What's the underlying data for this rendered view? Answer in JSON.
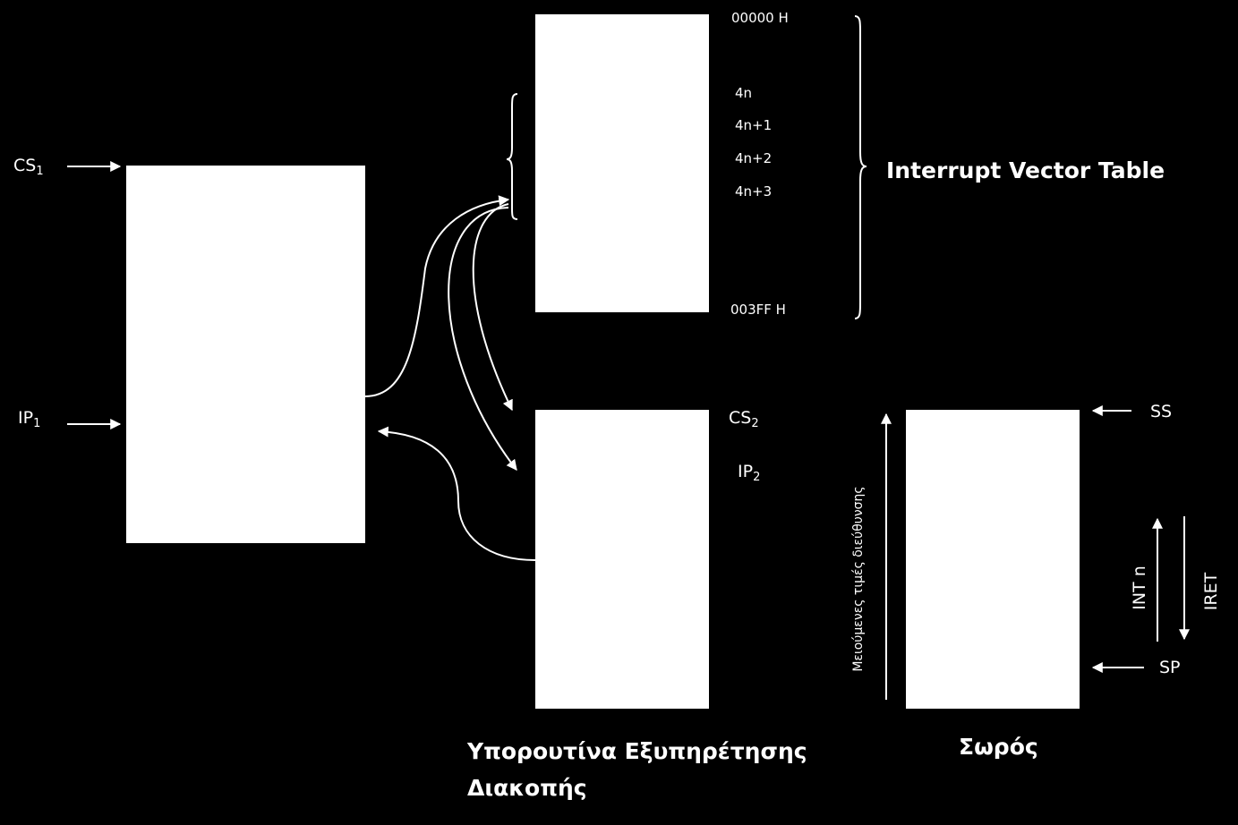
{
  "labels": {
    "cs1_base": "CS",
    "cs1_sub": "1",
    "ip1_base": "IP",
    "ip1_sub": "1",
    "cs2_base": "CS",
    "cs2_sub": "2",
    "ip2_base": "IP",
    "ip2_sub": "2",
    "addr_start": "00000 H",
    "addr_4n": "4n",
    "addr_4n1": "4n+1",
    "addr_4n2": "4n+2",
    "addr_4n3": "4n+3",
    "addr_end": "003FF H",
    "ivt_title": "Interrupt Vector Table",
    "isr_title_line1": "Υπορουτίνα Εξυπηρέτησης",
    "isr_title_line2": "Διακοπής",
    "stack_title": "Σωρός",
    "ss": "SS",
    "sp": "SP",
    "int_n": "INT n",
    "iret": "IRET",
    "decreasing_addr": "Μειούμενες τιμές διεύθυνσης"
  },
  "colors": {
    "background": "#000000",
    "box_fill": "#ffffff",
    "stroke": "#ffffff",
    "text": "#ffffff"
  }
}
